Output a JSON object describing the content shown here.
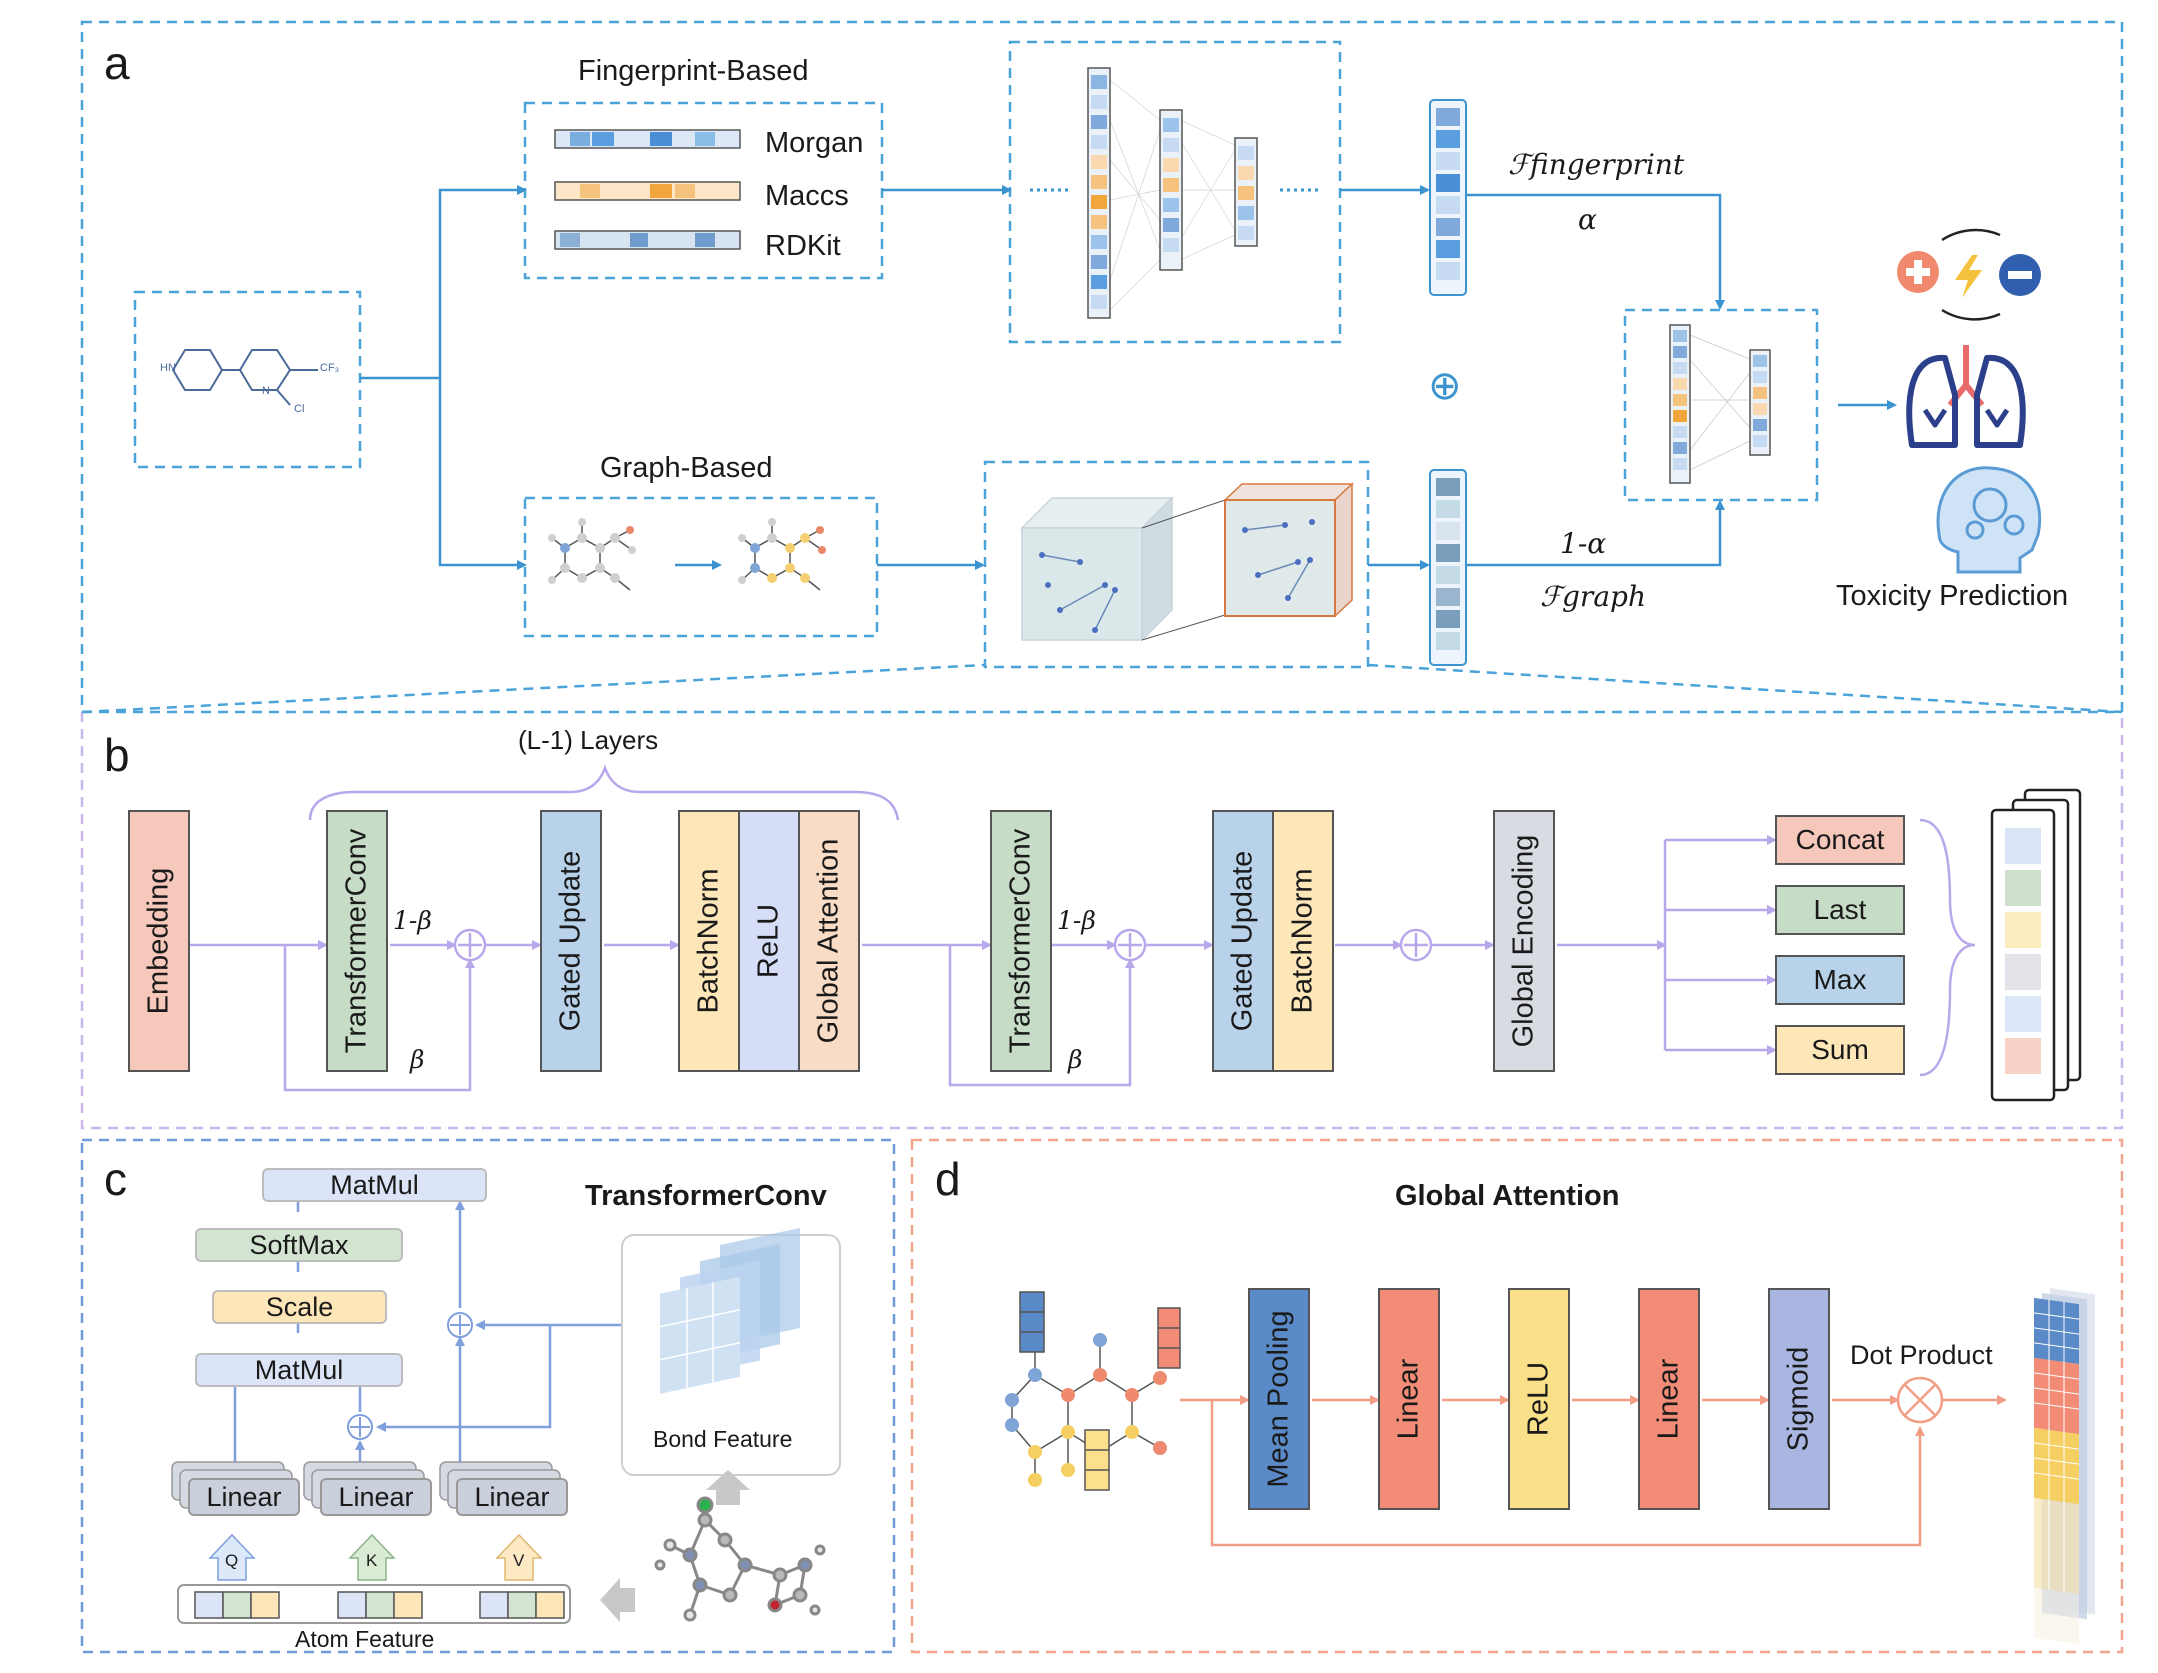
{
  "colors": {
    "panel_a_border": "#4aa3d9",
    "panel_b_border": "#c9b8ee",
    "panel_c_border": "#6f9bd9",
    "panel_d_border": "#f0a58c",
    "arrow_blue": "#3b93cf",
    "arrow_purple": "#b9a7ec",
    "arrow_orange": "#f29e86",
    "embedding": "#f6c7bb",
    "green": "#c7dcc6",
    "blue": "#b8d2ea",
    "yellow": "#fde7b8",
    "lavender": "#d6ddf7",
    "gray": "#d9dbe3",
    "mean_pooling": "#5b8ac9",
    "linear_red": "#f28c77",
    "relu_yellow": "#fbe08a",
    "sigmoid": "#a9b6e2"
  },
  "panel_a": {
    "letter": "a",
    "fingerprint_title": "Fingerprint-Based",
    "fingerprints": [
      "Morgan",
      "Maccs",
      "RDKit"
    ],
    "graph_title": "Graph-Based",
    "f_fingerprint": "ℱfingerprint",
    "alpha": "α",
    "one_minus_alpha": "1-α",
    "f_graph": "ℱgraph",
    "plus": "⊕",
    "molecule_labels": {
      "hn": "HN",
      "n": "N",
      "cf3": "CF₃",
      "cl": "Cl"
    },
    "output_label": "Toxicity Prediction",
    "icons": [
      "charge-icon",
      "lungs-icon",
      "brain-head-icon"
    ]
  },
  "panel_b": {
    "letter": "b",
    "layers_label": "(L-1) Layers",
    "embedding": "Embedding",
    "transformer_conv": "TransformerConv",
    "one_minus_beta": "1-β",
    "beta": "β",
    "gated_update": "Gated Update",
    "batch_norm": "BatchNorm",
    "relu": "ReLU",
    "global_attention": "Global Attention",
    "global_encoding": "Global Encoding",
    "readouts": [
      "Concat",
      "Last",
      "Max",
      "Sum"
    ]
  },
  "panel_c": {
    "letter": "c",
    "title": "TransformerConv",
    "matmul_top": "MatMul",
    "softmax": "SoftMax",
    "scale": "Scale",
    "matmul_bottom": "MatMul",
    "linear_labels": [
      "Linear",
      "Linear",
      "Linear"
    ],
    "qkv": [
      "Q",
      "K",
      "V"
    ],
    "atom_feature": "Atom Feature",
    "bond_feature": "Bond Feature"
  },
  "panel_d": {
    "letter": "d",
    "title": "Global Attention",
    "blocks": [
      "Mean Pooling",
      "Linear",
      "ReLU",
      "Linear",
      "Sigmoid"
    ],
    "dot_product": "Dot Product"
  }
}
